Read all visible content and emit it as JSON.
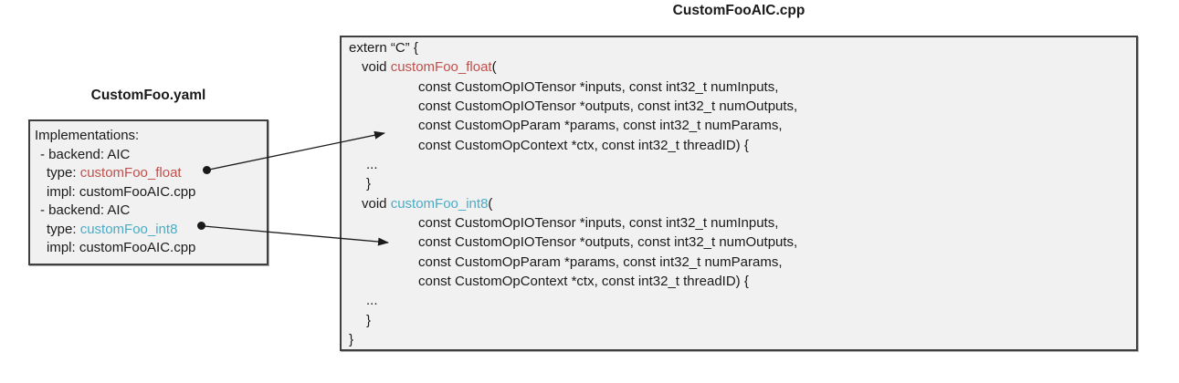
{
  "colors": {
    "float_accent": "#c0504d",
    "int8_accent": "#4bacc6",
    "panel_background": "#f1f1f1",
    "panel_border": "#3f3f3f",
    "text": "#1a1a1a",
    "arrow": "#1a1a1a"
  },
  "yaml_panel": {
    "title": "CustomFoo.yaml",
    "lines": [
      {
        "text": "Implementations:"
      },
      {
        "text": "- backend: AIC"
      },
      {
        "label": "type: ",
        "value": "customFoo_float"
      },
      {
        "text": "impl: customFooAIC.cpp"
      },
      {
        "text": "- backend: AIC"
      },
      {
        "label": "type: ",
        "value": "customFoo_int8"
      },
      {
        "text": "impl: customFooAIC.cpp"
      }
    ]
  },
  "cpp_panel": {
    "title": "CustomFooAIC.cpp",
    "lines": [
      {
        "text": "extern “C” {"
      },
      {
        "pre": "void ",
        "fn": "customFoo_float",
        "post": "("
      },
      {
        "text": "const CustomOpIOTensor *inputs, const int32_t numInputs,"
      },
      {
        "text": "const CustomOpIOTensor *outputs, const int32_t numOutputs,"
      },
      {
        "text": "const CustomOpParam *params, const int32_t numParams,"
      },
      {
        "text": "const CustomOpContext *ctx, const int32_t threadID) {"
      },
      {
        "text": "..."
      },
      {
        "text": "}"
      },
      {
        "pre": "void ",
        "fn": "customFoo_int8",
        "post": "("
      },
      {
        "text": "const CustomOpIOTensor *inputs, const int32_t numInputs,"
      },
      {
        "text": "const CustomOpIOTensor *outputs, const int32_t numOutputs,"
      },
      {
        "text": "const CustomOpParam *params, const int32_t numParams,"
      },
      {
        "text": "const CustomOpContext *ctx, const int32_t threadID) {"
      },
      {
        "text": "..."
      },
      {
        "text": "}"
      },
      {
        "text": "}"
      }
    ]
  },
  "connectors": [
    {
      "from": "yaml type customFoo_float",
      "to": "cpp function customFoo_float"
    },
    {
      "from": "yaml type customFoo_int8",
      "to": "cpp function customFoo_int8"
    }
  ]
}
